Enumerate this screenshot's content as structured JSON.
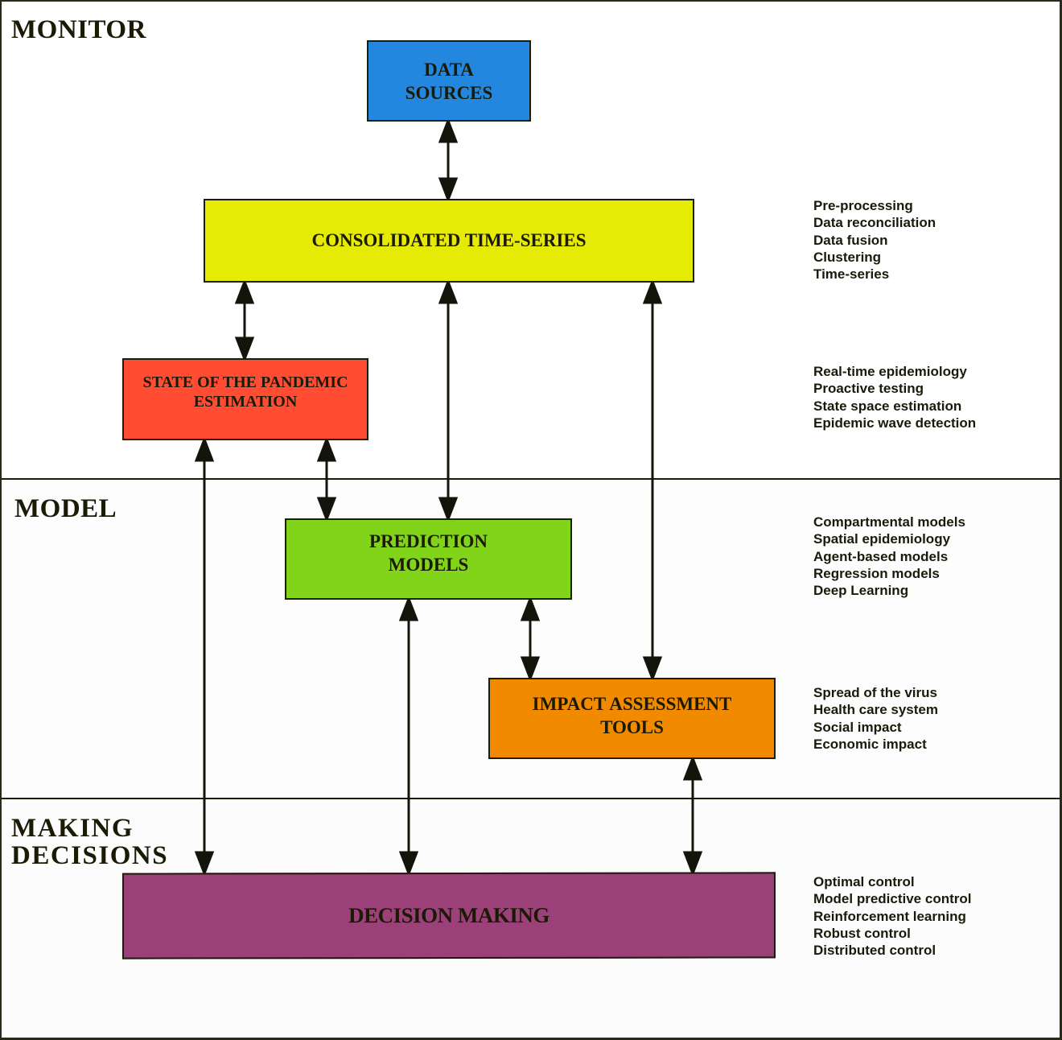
{
  "sections": {
    "monitor": "MONITOR",
    "model": "MODEL",
    "decisions": "MAKING\nDECISIONS"
  },
  "boxes": {
    "data_sources": {
      "label": "DATA\nSOURCES",
      "color": "#2386df"
    },
    "consolidated": {
      "label": "CONSOLIDATED TIME-SERIES",
      "color": "#e6eb05"
    },
    "state_estimation": {
      "label": "STATE OF THE PANDEMIC\nESTIMATION",
      "color": "#ff4c33"
    },
    "prediction": {
      "label": "PREDICTION\nMODELS",
      "color": "#82d41a"
    },
    "impact": {
      "label": "IMPACT ASSESSMENT\nTOOLS",
      "color": "#f28a00"
    },
    "decision": {
      "label": "DECISION MAKING",
      "color": "#9c4079"
    }
  },
  "notes": {
    "consolidated": [
      "Pre-processing",
      "Data reconciliation",
      "Data fusion",
      "Clustering",
      "Time-series"
    ],
    "state_estimation": [
      "Real-time epidemiology",
      "Proactive testing",
      "State space estimation",
      "Epidemic wave detection"
    ],
    "prediction": [
      "Compartmental models",
      "Spatial epidemiology",
      "Agent-based models",
      "Regression models",
      "Deep Learning"
    ],
    "impact": [
      "Spread of the virus",
      "Health care system",
      "Social impact",
      "Economic impact"
    ],
    "decision": [
      "Optimal control",
      "Model predictive control",
      "Reinforcement learning",
      "Robust control",
      "Distributed control"
    ]
  },
  "connections": [
    {
      "from": "data_sources",
      "to": "consolidated",
      "type": "bidirectional"
    },
    {
      "from": "consolidated",
      "to": "state_estimation",
      "type": "bidirectional"
    },
    {
      "from": "consolidated",
      "to": "prediction",
      "type": "bidirectional"
    },
    {
      "from": "consolidated",
      "to": "impact",
      "type": "bidirectional"
    },
    {
      "from": "state_estimation",
      "to": "prediction",
      "type": "bidirectional"
    },
    {
      "from": "state_estimation",
      "to": "decision",
      "type": "bidirectional"
    },
    {
      "from": "prediction",
      "to": "impact",
      "type": "bidirectional"
    },
    {
      "from": "prediction",
      "to": "decision",
      "type": "bidirectional"
    },
    {
      "from": "impact",
      "to": "decision",
      "type": "bidirectional"
    }
  ]
}
